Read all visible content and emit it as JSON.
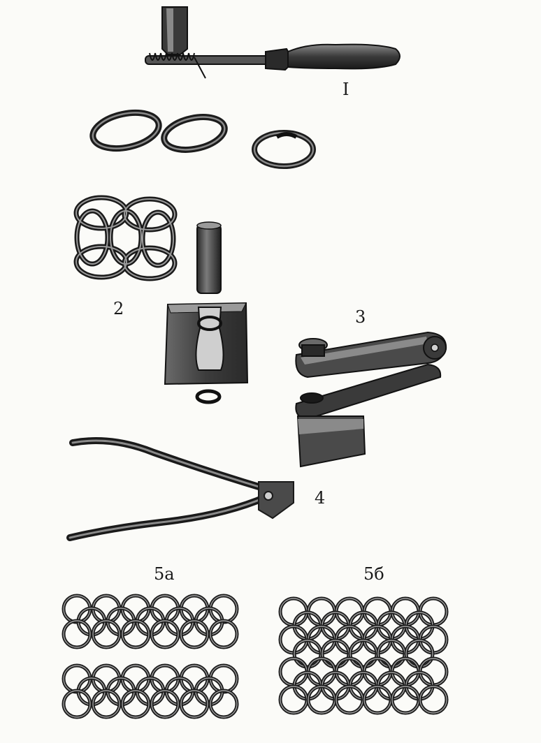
{
  "labels": {
    "fig1": "I",
    "fig2": "2",
    "fig3": "3",
    "fig4": "4",
    "fig5a": "5а",
    "fig5b": "5б"
  },
  "colors": {
    "ink": "#1c1c1c",
    "metal": "#5a5a5a",
    "light": "#9a9a9a",
    "paper": "#fbfbf8"
  }
}
